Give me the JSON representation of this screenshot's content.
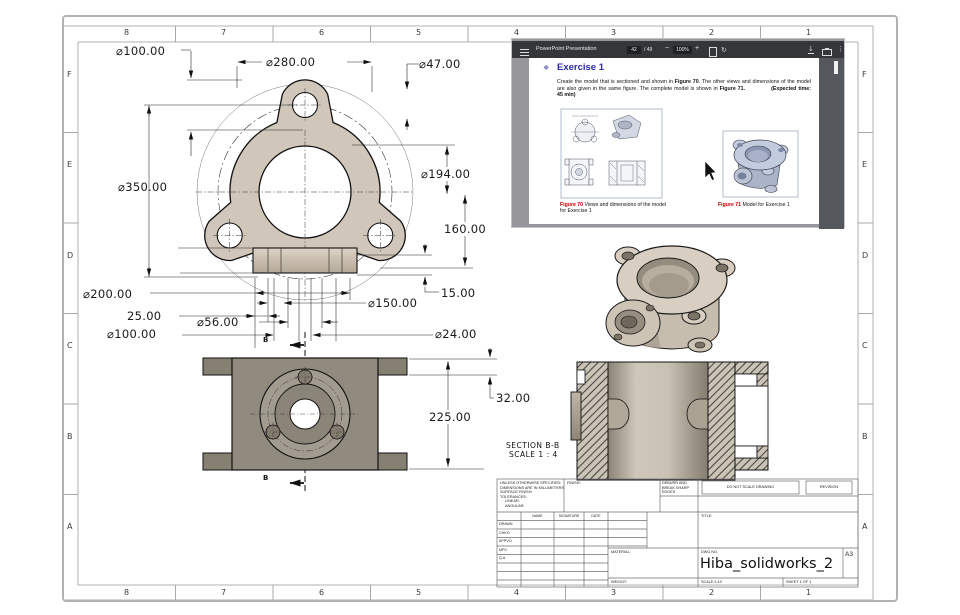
{
  "sheet": {
    "cols": [
      "8",
      "7",
      "6",
      "5",
      "4",
      "3",
      "2",
      "1"
    ],
    "rows": [
      "F",
      "E",
      "D",
      "C",
      "B",
      "A"
    ]
  },
  "front_view": {
    "dia100_top": "⌀100.00",
    "dia280": "⌀280.00",
    "dia47": "⌀47.00",
    "dia350": "⌀350.00",
    "dia194": "⌀194.00",
    "dim160": "160.00",
    "dim15": "15.00",
    "dia200": "⌀200.00",
    "dim25": "25.00",
    "dia56": "⌀56.00",
    "dia100_bottom": "⌀100.00",
    "dia150": "⌀150.00",
    "dia24": "⌀24.00"
  },
  "bottom_view": {
    "dim225": "225.00",
    "dim32": "32.00"
  },
  "section_markers": {
    "top": "B",
    "bottom": "B"
  },
  "section_view": {
    "label": "SECTION B-B",
    "scale": "SCALE 1 : 4"
  },
  "pdf_viewer": {
    "title": "PowerPoint Presentation",
    "page_current": "42",
    "page_total": "/ 49",
    "zoom_out": "−",
    "zoom_value": "100%",
    "zoom_in": "+",
    "rotate_icon": "↻",
    "download_icon": "↓",
    "more_icon": "⋮",
    "slide": {
      "bullet": "❖",
      "heading": "Exercise 1",
      "body_1": "Create the model that is sectioned and shown in ",
      "bold_1": "Figure 70",
      "body_2": ". The other views and dimensions of the model are also given in the same figure. The complete model is shown in ",
      "bold_2": "Figure 71.",
      "expected": "(Expected time: 45 min)",
      "fig70_label": "Figure 70",
      "fig70_caption": " Views and dimensions of the model for Exercise 1",
      "fig71_label": "Figure 71",
      "fig71_caption": " Model for Exercise 1"
    }
  },
  "title_block": {
    "tolerance_note": [
      "UNLESS OTHERWISE SPECIFIED:",
      "DIMENSIONS ARE IN MILLIMETERS",
      "SURFACE FINISH:",
      "TOLERANCES:",
      "LINEAR:",
      "ANGULAR:"
    ],
    "finish_label": "FINISH:",
    "deburr_note": [
      "DEBURR AND",
      "BREAK SHARP",
      "EDGES"
    ],
    "do_not_scale": "DO NOT SCALE DRAWING",
    "revision_label": "REVISION",
    "name_col": "NAME",
    "signature_col": "SIGNATURE",
    "date_col": "DATE",
    "rows": [
      "DRAWN",
      "CHK'D",
      "APPV'D",
      "MFG",
      "Q.A"
    ],
    "material_label": "MATERIAL:",
    "weight_label": "WEIGHT:",
    "title_label": "TITLE:",
    "dwg_label": "DWG NO.",
    "dwg_value": "Hiba_solidworks_2",
    "paper_size": "A3",
    "scale_value": "SCALE:1:10",
    "sheet_value": "SHEET 1 OF 1"
  }
}
